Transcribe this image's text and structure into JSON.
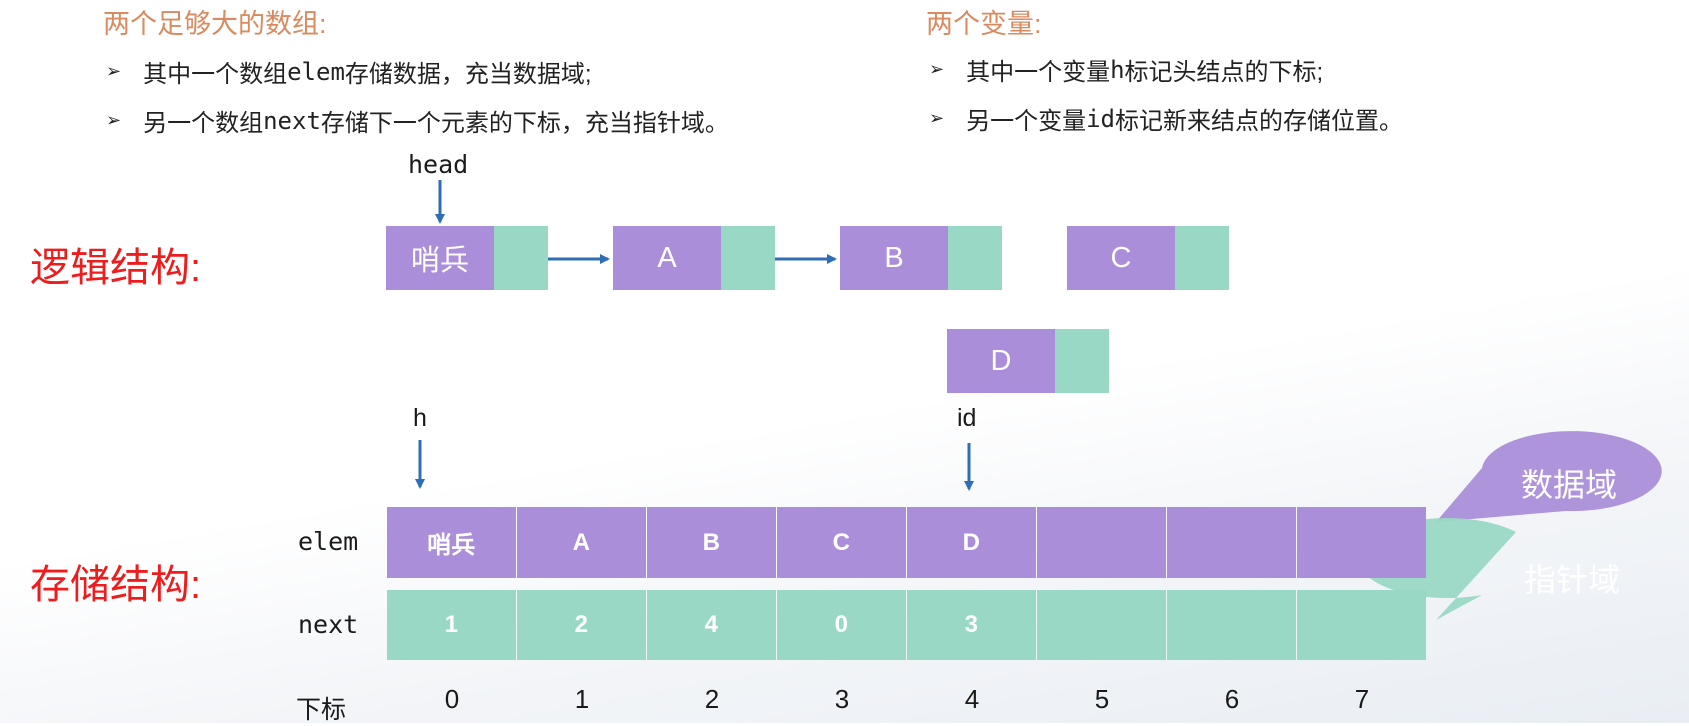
{
  "left_section": {
    "title": "两个足够大的数组:",
    "b1_pre": "其中一个数组 ",
    "b1_code": "elem",
    "b1_post": " 存储数据，充当数据域;",
    "b2_pre": "另一个数组 ",
    "b2_code": "next",
    "b2_post": " 存储下一个元素的下标，充当指针域。"
  },
  "right_section": {
    "title": "两个变量:",
    "b1_pre": "其中一个变量 ",
    "b1_code": "h",
    "b1_post": " 标记头结点的下标;",
    "b2_pre": "另一个变量 ",
    "b2_code": "id",
    "b2_post": " 标记新来结点的存储位置。"
  },
  "bullet_symbol": "➢",
  "labels": {
    "logical": "逻辑结构:",
    "storage": "存储结构:",
    "head": "head",
    "h": "h",
    "id": "id",
    "elem": "elem",
    "next": "next",
    "index": "下标",
    "data_field": "数据域",
    "pointer_field": "指针域"
  },
  "logical_nodes": [
    "哨兵",
    "A",
    "B",
    "C",
    "D"
  ],
  "elem_values": [
    "哨兵",
    "A",
    "B",
    "C",
    "D",
    "",
    "",
    ""
  ],
  "next_values": [
    "1",
    "2",
    "4",
    "0",
    "3",
    "",
    "",
    ""
  ],
  "indices": [
    "0",
    "1",
    "2",
    "3",
    "4",
    "5",
    "6",
    "7"
  ],
  "colors": {
    "data": "#aa8ed9",
    "pointer": "#99d8c4",
    "arrow": "#2f6db5",
    "title_orange": "#d98a5e",
    "label_red": "#ee1c1c"
  }
}
